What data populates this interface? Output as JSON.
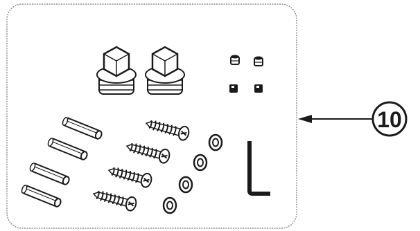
{
  "diagram": {
    "callout": {
      "number": "10"
    },
    "parts": {
      "plugs": 2,
      "set_screws": 2,
      "nuts": 2,
      "standoffs": 4,
      "screws": 4,
      "washers": 4,
      "hex_key": 1
    },
    "colors": {
      "line": "#1a1a1a",
      "box_border": "#8a8a8a",
      "fill": "#ffffff"
    }
  }
}
